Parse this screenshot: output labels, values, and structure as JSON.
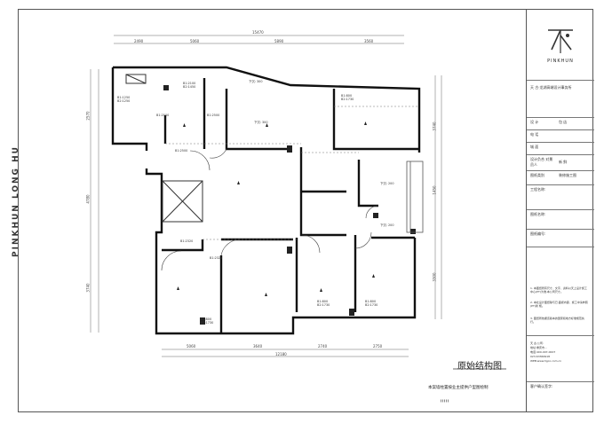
{
  "side_text": "PINKHUN LONG HU",
  "brand": {
    "name": "PINKHUN",
    "company": "天 古·龙湖高端设计事务所"
  },
  "title_block": {
    "rows": [
      {
        "label": "设 计",
        "value": "包 店"
      },
      {
        "label": "电 话",
        "value": ""
      },
      {
        "label": "城 面",
        "value": ""
      },
      {
        "label": "设计负合 对景员人",
        "value": "新 鲜"
      },
      {
        "label": "图纸类别",
        "value": "装修施工图"
      }
    ],
    "project_label": "工程名称:",
    "drawing_name_label": "图纸名称:",
    "drawing_no_label": "图纸编号:",
    "notes": [
      "1. 本图纸所有尺寸、文字、资料以天上设计施工中心(PT)为准,本公司尺寸。",
      "2. 本社设计图纸除与已,面视内容、施工中请参照(PT)新 规。",
      "3. 图纸所依据该版本的国家和地方标准规范执行。"
    ],
    "contact_lines": [
      "天 古·公司:",
      "地址:重庆市...",
      "电话:400-007-0007",
      "023-63366918",
      "WEB:www.hgco.com.cn"
    ],
    "client_label": "客户确认签字:"
  },
  "drawing": {
    "title": "原始结构图",
    "subtitle": "本案墙柱置按业主提供户型图绘制",
    "top_dims": [
      "15470",
      "2490",
      "5060",
      "5890",
      "3560"
    ],
    "bottom_dims": [
      "12180",
      "5060",
      "3640",
      "2740",
      "2750"
    ],
    "left_dims": [
      "2570",
      "4780",
      "3740"
    ],
    "right_dims": [
      "3740",
      "1450",
      "3300"
    ],
    "rooms": [
      {
        "t": "B1:1250 B2:1250"
      },
      {
        "t": "B1:2100 B2:1450"
      },
      {
        "t": "B1:800 B2:1730"
      },
      {
        "t": "下沉: 300"
      },
      {
        "t": "下沉: 300"
      },
      {
        "t": "B1:2500"
      },
      {
        "t": "B1:2500"
      },
      {
        "t": "B1:2500"
      },
      {
        "t": "下沉: 200"
      },
      {
        "t": "下沉: 200"
      },
      {
        "t": "B1:800 B2:1730"
      },
      {
        "t": "B1:800 B2:1730"
      },
      {
        "t": "B1:800 B2:1730"
      },
      {
        "t": "B1:2320"
      },
      {
        "t": "B1:2320"
      }
    ]
  }
}
